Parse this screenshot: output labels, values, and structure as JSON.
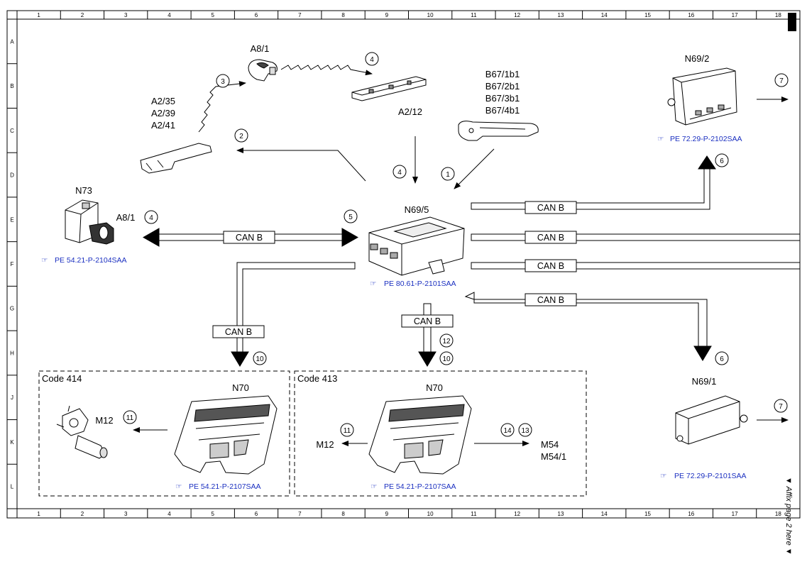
{
  "grid": {
    "columns": [
      "1",
      "2",
      "3",
      "4",
      "5",
      "6",
      "7",
      "8",
      "9",
      "10",
      "11",
      "12",
      "13",
      "14",
      "15",
      "16",
      "17",
      "18"
    ],
    "rows": [
      "A",
      "B",
      "C",
      "D",
      "E",
      "F",
      "G",
      "H",
      "J",
      "K",
      "L"
    ]
  },
  "components": {
    "a8_1_key_label": "A8/1",
    "a2_35": "A2/35",
    "a2_39": "A2/39",
    "a2_41": "A2/41",
    "a2_12": "A2/12",
    "b67_1b1": "B67/1b1",
    "b67_2b1": "B67/2b1",
    "b67_3b1": "B67/3b1",
    "b67_4b1": "B67/4b1",
    "n69_2": "N69/2",
    "n73": "N73",
    "a8_1_ignition_label": "A8/1",
    "n69_5": "N69/5",
    "n69_1": "N69/1",
    "n70_left": "N70",
    "n70_right": "N70",
    "m12_left": "M12",
    "m12_right": "M12",
    "m54": "M54",
    "m54_1": "M54/1"
  },
  "references": {
    "n73": "PE 54.21-P-2104SAA",
    "n69_5": "PE 80.61-P-2101SAA",
    "n69_2": "PE 72.29-P-2102SAA",
    "n69_1": "PE 72.29-P-2101SAA",
    "n70_left": "PE 54.21-P-2107SAA",
    "n70_right": "PE 54.21-P-2107SAA"
  },
  "bus_label": "CAN B",
  "code_boxes": {
    "left": "Code 414",
    "right": "Code 413"
  },
  "step_numbers": {
    "s1": "1",
    "s2": "2",
    "s3": "3",
    "s4a": "4",
    "s4b": "4",
    "s4c": "4",
    "s5": "5",
    "s6a": "6",
    "s6b": "6",
    "s7a": "7",
    "s7b": "7",
    "s10a": "10",
    "s10b": "10",
    "s11a": "11",
    "s11b": "11",
    "s12": "12",
    "s13": "13",
    "s14": "14"
  },
  "affix_note": "▼ Affix page 2 here ▼"
}
